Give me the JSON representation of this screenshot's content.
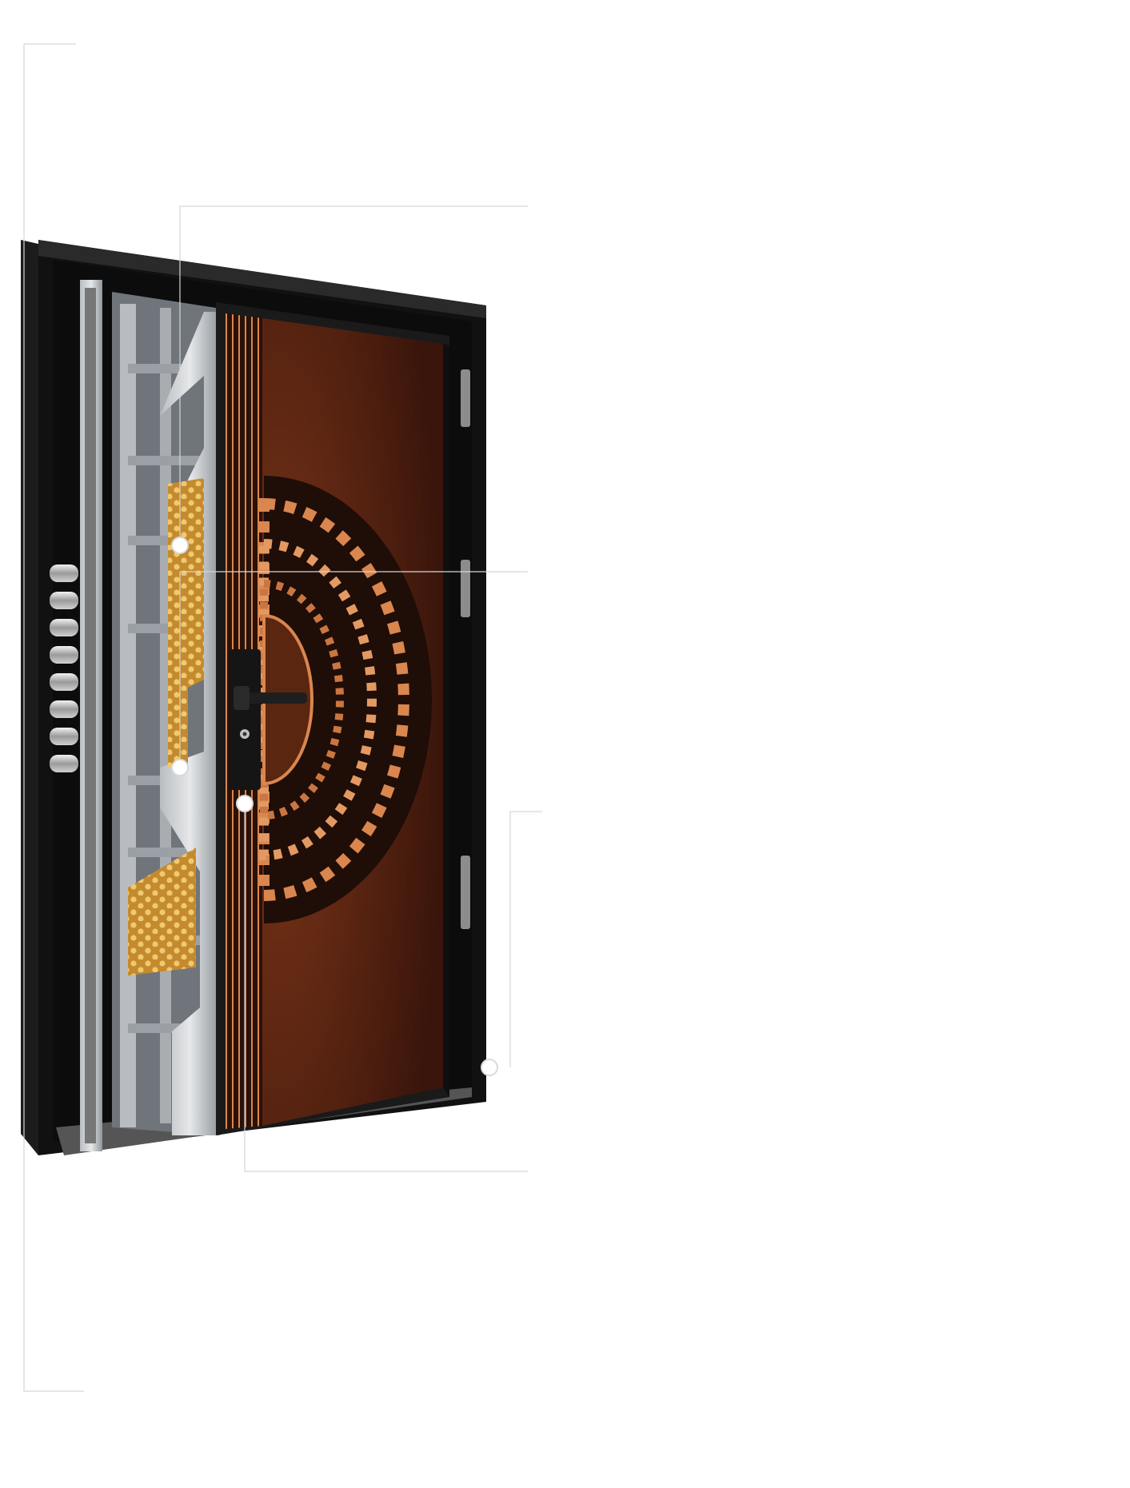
{
  "image": {
    "subject": "steel-security-door-cutaway",
    "colors": {
      "background": "#ffffff",
      "frame": "#1a1a1a",
      "panel": "#4a1f12",
      "copper": "#d9864f",
      "honeycomb": "#d7a64b",
      "steel": "#9ea3a8",
      "callout": "#d9d9d9"
    },
    "icons": [
      "lock-bolt-icon",
      "door-handle-icon",
      "keyhole-icon",
      "hinge-icon",
      "callout-dot-icon"
    ],
    "callouts": [
      {
        "name": "callout-frame-top"
      },
      {
        "name": "callout-honeycomb-core"
      },
      {
        "name": "callout-bolt-system"
      },
      {
        "name": "callout-lock-panel"
      },
      {
        "name": "callout-hinge-side"
      }
    ]
  }
}
